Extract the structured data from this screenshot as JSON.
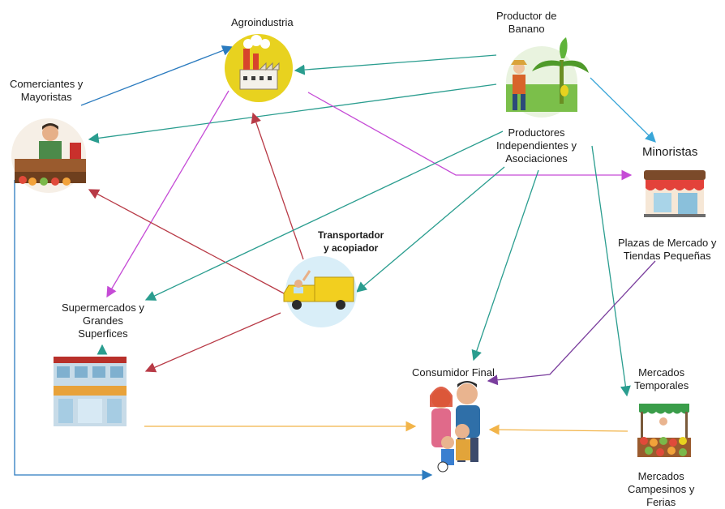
{
  "nodes": {
    "agroindustria": {
      "label": "Agroindustria"
    },
    "productor": {
      "label_line1": "Productor  de",
      "label_line2": "Banano"
    },
    "comerciantes": {
      "label_line1": "Comerciantes y",
      "label_line2": "Mayoristas"
    },
    "productores_indep": {
      "label_line1": "Productores",
      "label_line2": "Independientes y",
      "label_line3": "Asociaciones"
    },
    "minoristas": {
      "label": "Minoristas"
    },
    "transportador": {
      "label_line1": "Transportador",
      "label_line2": "y acopiador"
    },
    "plazas": {
      "label_line1": "Plazas de Mercado y",
      "label_line2": "Tiendas  Pequeñas"
    },
    "supermercados": {
      "label_line1": "Supermercados y",
      "label_line2": "Grandes",
      "label_line3": "Superfices"
    },
    "consumidor": {
      "label": "Consumidor Final"
    },
    "mercados_temp": {
      "label_line1": "Mercados",
      "label_line2": "Temporales"
    },
    "mercados_camp": {
      "label_line1": "Mercados",
      "label_line2": "Campesinos y",
      "label_line3": "Ferias"
    }
  },
  "icons": {
    "factory": "factory-icon",
    "farmer": "banana-farmer-icon",
    "shopkeeper": "shopkeeper-icon",
    "shop": "coffee-shop-icon",
    "truck": "delivery-truck-icon",
    "supermarket": "supermarket-icon",
    "family": "family-icon",
    "market_stall": "market-stall-icon"
  },
  "arrow_colors": {
    "teal": "#2a9d8f",
    "blue": "#2b7bbf",
    "light_blue": "#3aa6d8",
    "purple": "#c54bd6",
    "red": "#b83a46",
    "orange": "#f2b449",
    "violet": "#7a3e9d"
  }
}
